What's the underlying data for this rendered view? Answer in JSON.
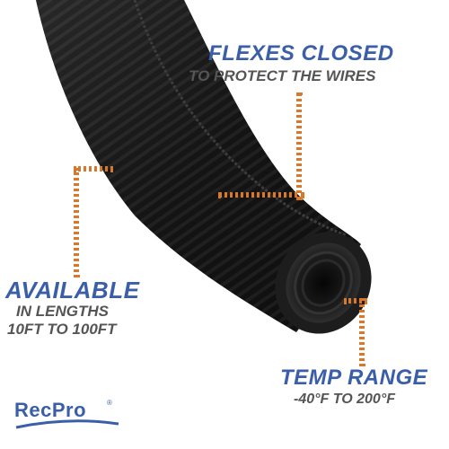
{
  "callouts": {
    "flexes": {
      "title": "FLEXES CLOSED",
      "subtitle": "TO PROTECT THE WIRES"
    },
    "lengths": {
      "title": "AVAILABLE",
      "line1": "IN LENGTHS",
      "line2": "10FT TO 100FT"
    },
    "temp": {
      "title": "TEMP RANGE",
      "subtitle": "-40°F TO 200°F"
    }
  },
  "brand": {
    "name": "RecPro",
    "mark": "®"
  },
  "colors": {
    "headline": "#3a5ea8",
    "subtext": "#555555",
    "leader": "#d8782a",
    "tube": "#1a1a1a",
    "background": "#ffffff"
  },
  "icons": [
    "corrugated-split-loom-tubing-image",
    "recpro-logo"
  ]
}
